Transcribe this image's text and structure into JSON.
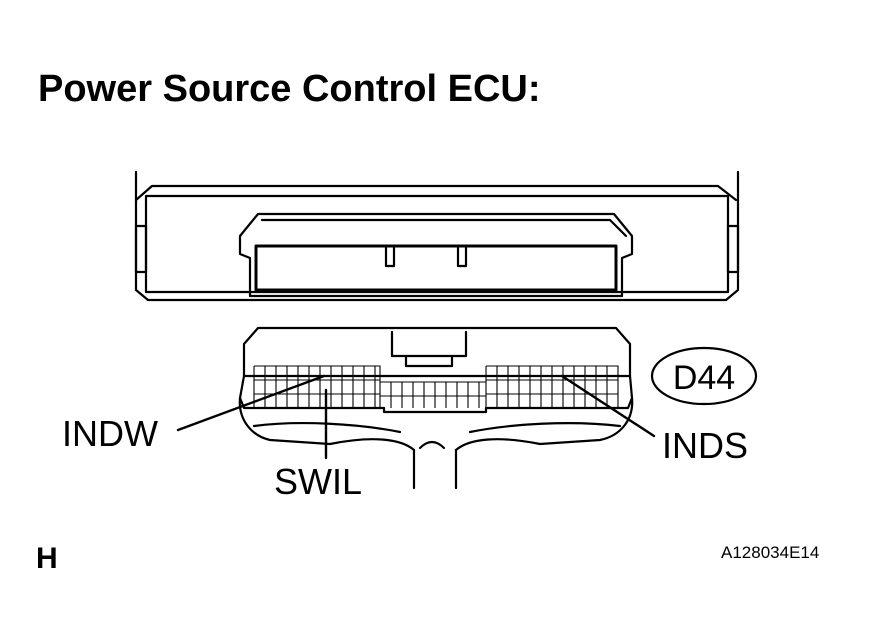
{
  "title": "Power Source Control ECU:",
  "connector_id": "D44",
  "pins": {
    "indw": "INDW",
    "swil": "SWIL",
    "inds": "INDS"
  },
  "corner_letter": "H",
  "figure_id": "A128034E14"
}
